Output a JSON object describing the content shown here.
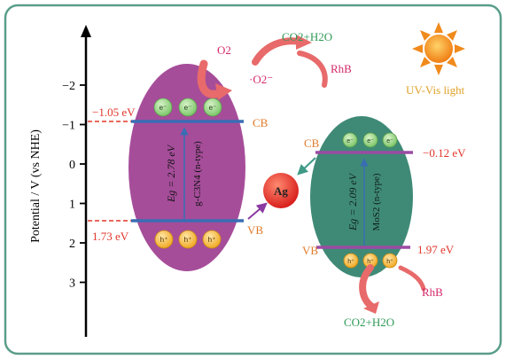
{
  "axis": {
    "label": "Potential / V (vs NHE)",
    "ticks": [
      {
        "value": -2,
        "label": "−2"
      },
      {
        "value": -1,
        "label": "−1"
      },
      {
        "value": 0,
        "label": "0"
      },
      {
        "value": 1,
        "label": "1"
      },
      {
        "value": 2,
        "label": "2"
      },
      {
        "value": 3,
        "label": "3"
      }
    ]
  },
  "gcn": {
    "cb_energy": "−1.05 eV",
    "vb_energy": "1.73 eV",
    "cb_label": "CB",
    "vb_label": "VB",
    "bandgap_label": "Eg = 2.78 eV",
    "material_label": "g-C3N4 (n-type)",
    "electron_symbol": "e⁻",
    "hole_symbol": "h⁺"
  },
  "mos2": {
    "cb_energy": "−0.12 eV",
    "vb_energy": "1.97 eV",
    "cb_label": "CB",
    "vb_label": "VB",
    "bandgap_label": "Eg = 2.09 eV",
    "material_label": "MoS2 (n-type)",
    "electron_symbol": "e⁻",
    "hole_symbol": "h⁺"
  },
  "silver": {
    "label": "Ag"
  },
  "reactions": {
    "oxygen": "O2",
    "superoxide": "·O2⁻",
    "rhb_top": "RhB",
    "products_top": "CO2+H2O",
    "rhb_bottom": "RhB",
    "products_bottom": "CO2+H2O"
  },
  "light": {
    "label": "UV-Vis light"
  },
  "colors": {
    "frame": "#4f9a86",
    "gcn_fill": "#a64d9a",
    "mos2_fill": "#3f8a76",
    "band_blue": "#3a6db4",
    "band_purple": "#9b4ba4",
    "energy_red": "#e2352a",
    "orange_label": "#e07a2a",
    "green_text": "#2f9a55",
    "pink_text": "#d4296a",
    "ag_red": "#e8302a",
    "sun_orange": "#f08a1c"
  }
}
